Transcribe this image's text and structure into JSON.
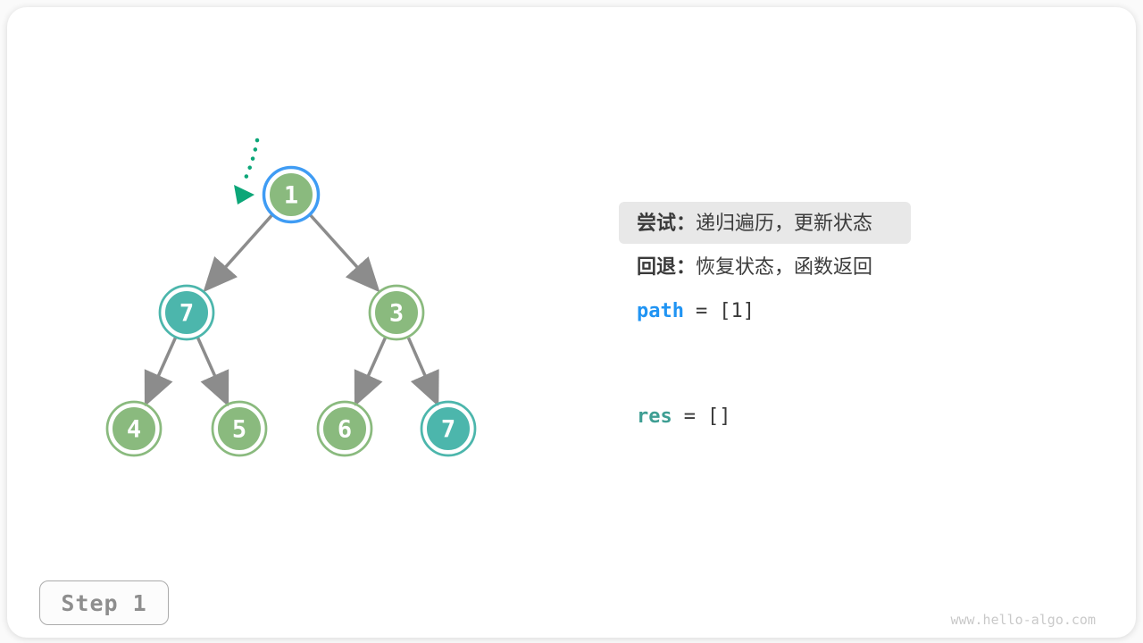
{
  "legend": {
    "try": {
      "label": "尝试：",
      "text": "递归遍历，更新状态"
    },
    "back": {
      "label": "回退：",
      "text": "恢复状态，函数返回"
    }
  },
  "state": {
    "path": {
      "name": "path",
      "equals": "=",
      "value": "[1]"
    },
    "res": {
      "name": "res",
      "equals": "=",
      "value": "[]"
    }
  },
  "tree": {
    "nodes": [
      {
        "value": "1",
        "fill": "#8aba7e",
        "ring": "#3f9cf4",
        "state": "current"
      },
      {
        "value": "7",
        "fill": "#4cb6ac",
        "ring": "#4cb6ac",
        "state": "highlight"
      },
      {
        "value": "3",
        "fill": "#8aba7e",
        "ring": "#8aba7e",
        "state": "normal"
      },
      {
        "value": "4",
        "fill": "#8aba7e",
        "ring": "#8aba7e",
        "state": "normal"
      },
      {
        "value": "5",
        "fill": "#8aba7e",
        "ring": "#8aba7e",
        "state": "normal"
      },
      {
        "value": "6",
        "fill": "#8aba7e",
        "ring": "#8aba7e",
        "state": "normal"
      },
      {
        "value": "7",
        "fill": "#4cb6ac",
        "ring": "#4cb6ac",
        "state": "highlight"
      }
    ],
    "edges": [
      {
        "from": 0,
        "to": 1
      },
      {
        "from": 0,
        "to": 2
      },
      {
        "from": 1,
        "to": 3
      },
      {
        "from": 1,
        "to": 4
      },
      {
        "from": 2,
        "to": 5
      },
      {
        "from": 2,
        "to": 6
      }
    ],
    "edge_color": "#8c8c8c",
    "pointer_color": "#0ca678"
  },
  "colors": {
    "node_green": "#8aba7e",
    "node_teal": "#4cb6ac",
    "current_ring_blue": "#3f9cf4",
    "pointer_emerald": "#0ca678",
    "edge_gray": "#8c8c8c",
    "highlight_bg": "#e8e8e8",
    "path_blue": "#2094f3",
    "res_teal": "#3e9e93",
    "text_dark": "#3c3c3c"
  },
  "footer": {
    "step_label": "Step 1",
    "watermark": "www.hello-algo.com"
  }
}
